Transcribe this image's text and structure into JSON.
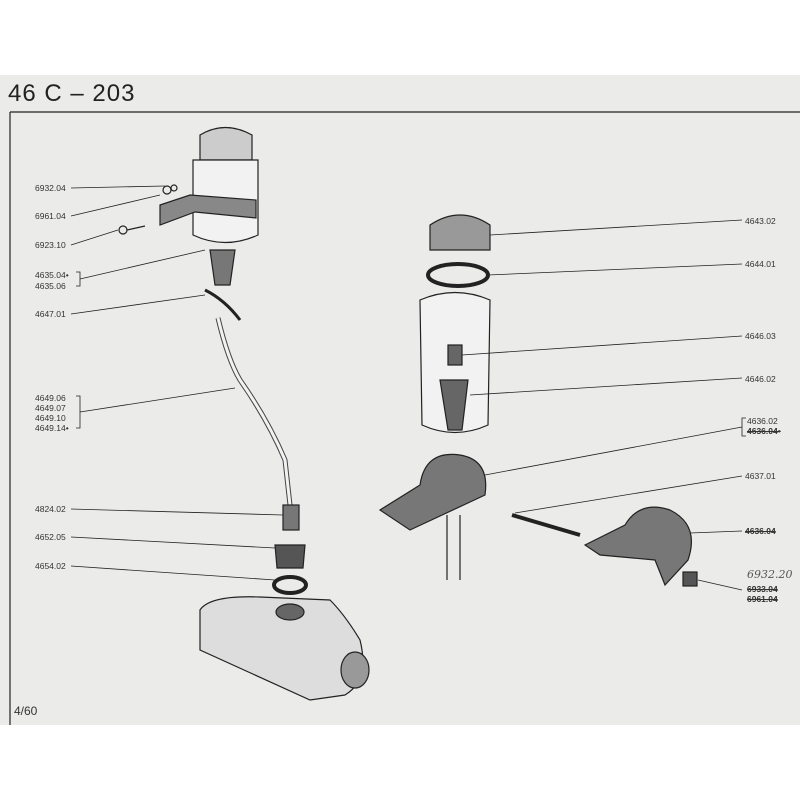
{
  "header": {
    "title": "46 C  –  203"
  },
  "footer": {
    "page": "4/60"
  },
  "left_labels": [
    {
      "text": "6932.04"
    },
    {
      "text": "6961.04"
    },
    {
      "text": "6923.10"
    },
    {
      "text": "4635.04•"
    },
    {
      "text": "4635.06"
    },
    {
      "text": "4647.01"
    },
    {
      "text": "4649.06"
    },
    {
      "text": "4649.07"
    },
    {
      "text": "4649.10"
    },
    {
      "text": "4649.14•"
    },
    {
      "text": "4824.02"
    },
    {
      "text": "4652.05"
    },
    {
      "text": "4654.02"
    }
  ],
  "right_labels": [
    {
      "text": "4643.02"
    },
    {
      "text": "4644.01"
    },
    {
      "text": "4646.03"
    },
    {
      "text": "4646.02"
    },
    {
      "text": "4636.02"
    },
    {
      "text": "4636.04•"
    },
    {
      "text": "4637.01"
    },
    {
      "text": "4636.04"
    },
    {
      "text": "6932.20"
    },
    {
      "text": "6933.04"
    },
    {
      "text": "6961.04"
    }
  ]
}
